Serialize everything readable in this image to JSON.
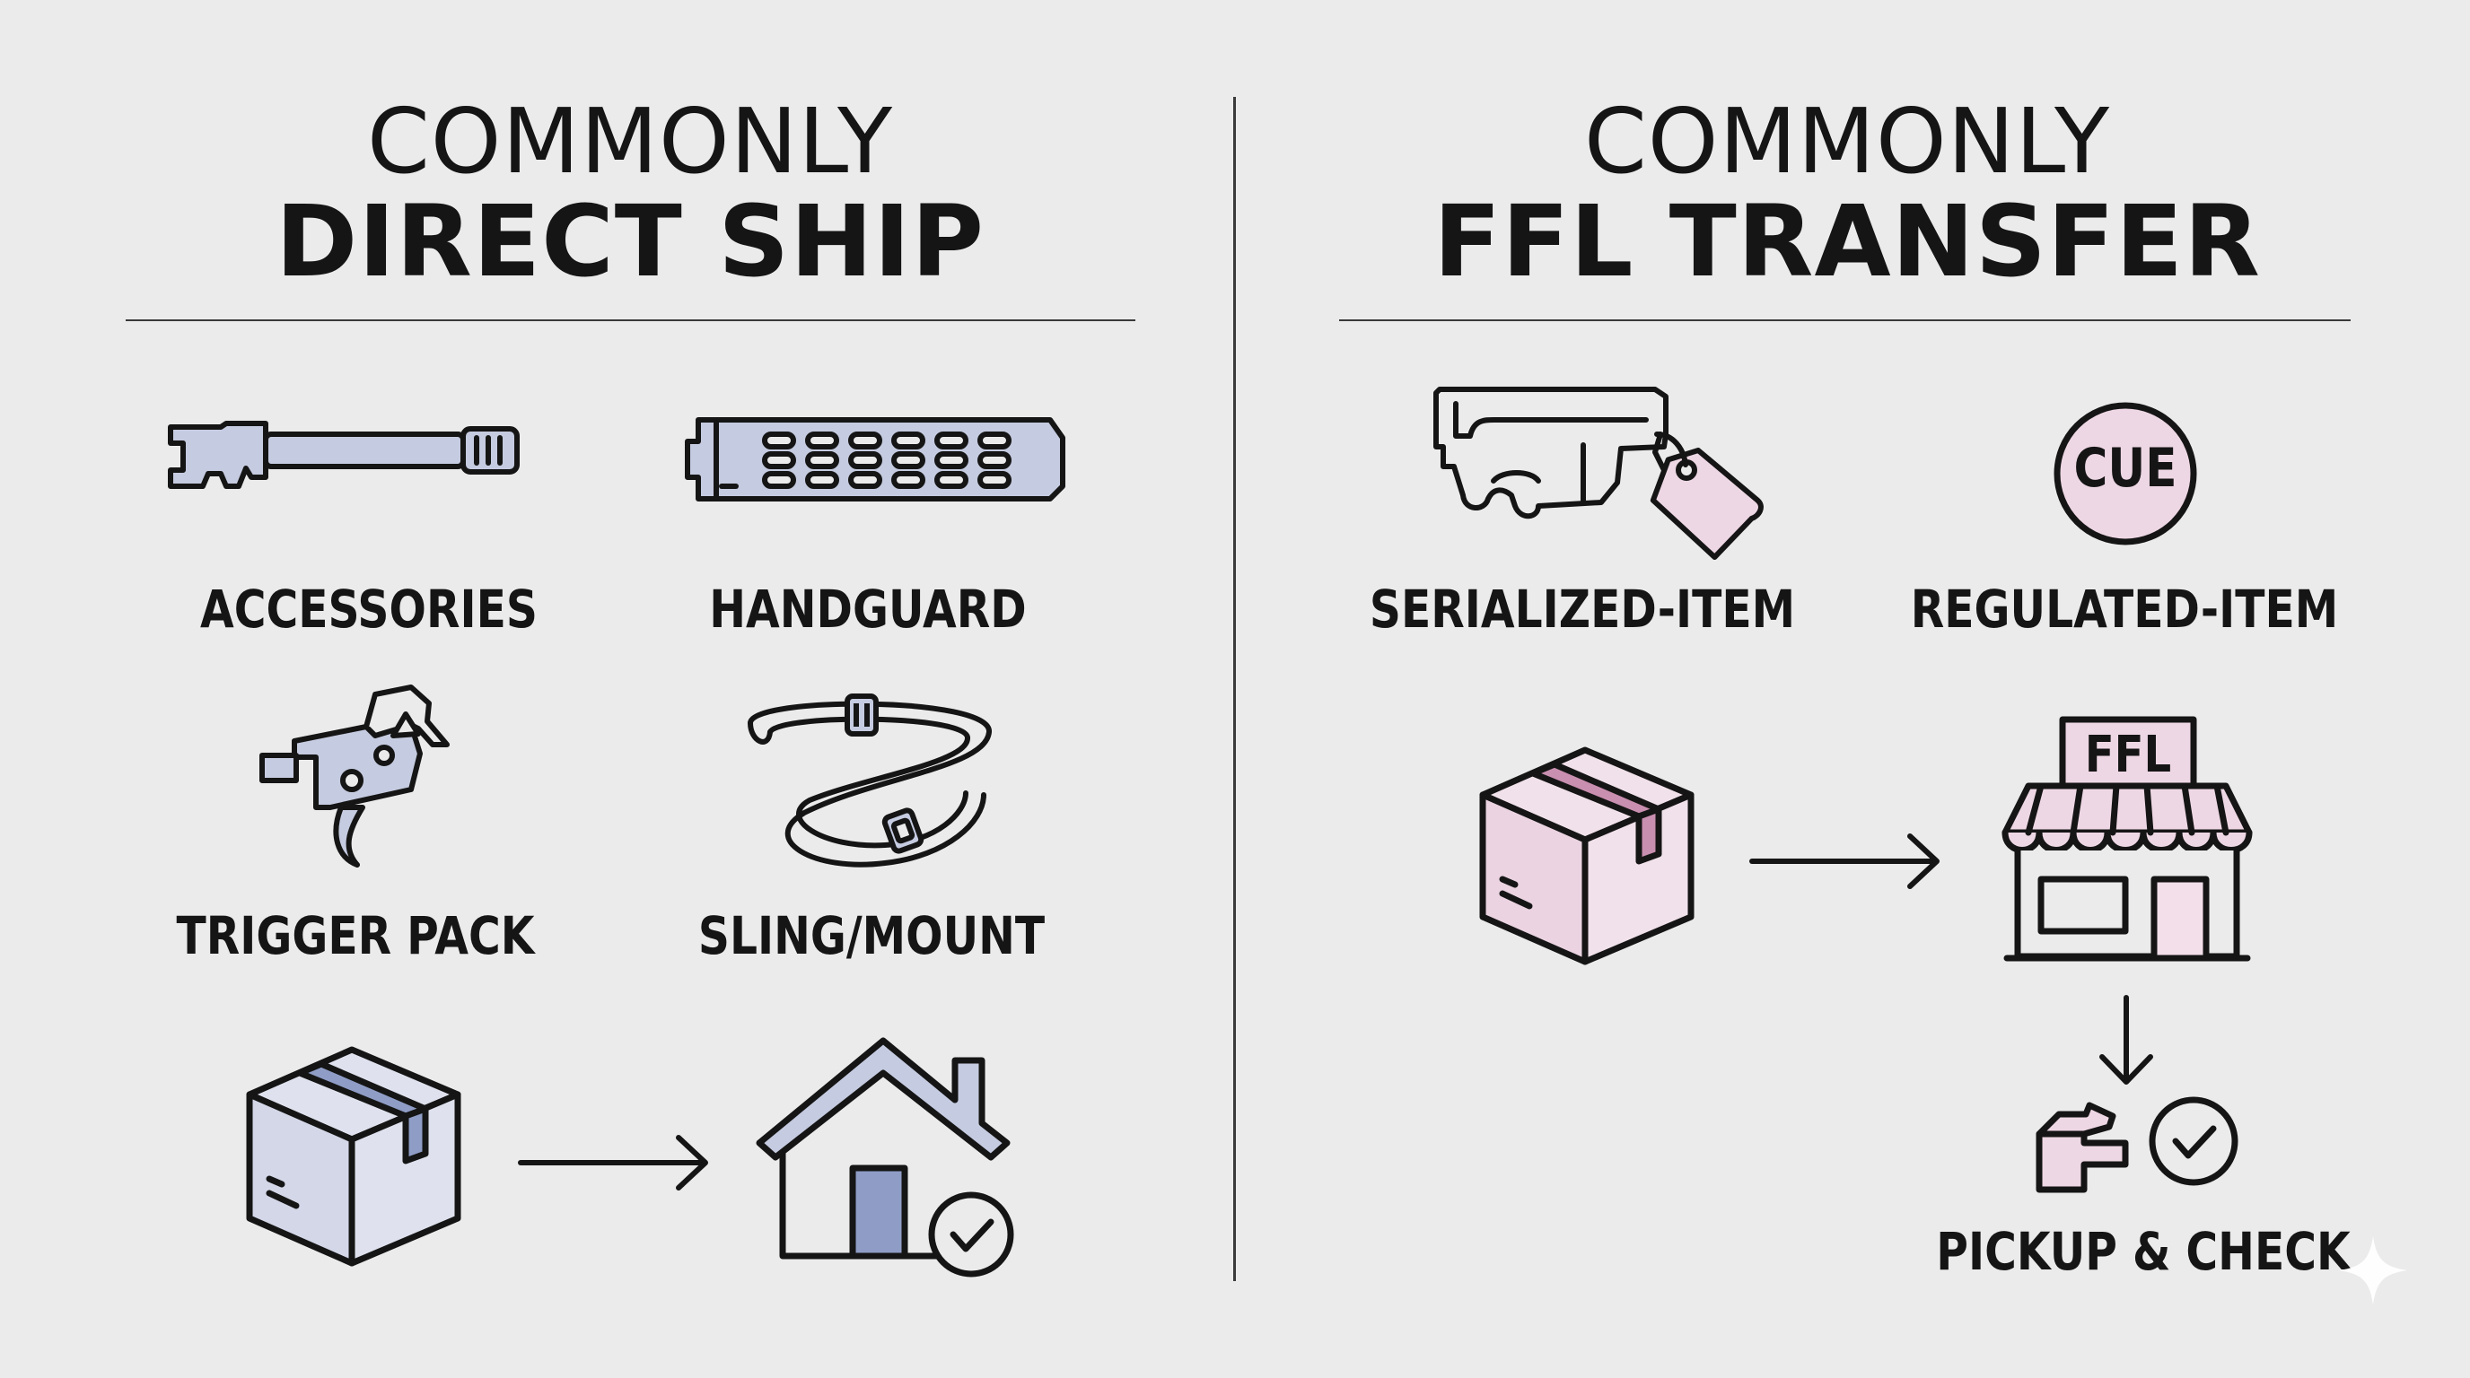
{
  "left": {
    "heading_line1": "COMMONLY",
    "heading_line2": "DIRECT SHIP",
    "items": [
      {
        "label": "ACCESSORIES",
        "icon": "barrel-icon"
      },
      {
        "label": "HANDGUARD",
        "icon": "handguard-icon"
      },
      {
        "label": "TRIGGER PACK",
        "icon": "trigger-pack-icon"
      },
      {
        "label": "SLING/MOUNT",
        "icon": "sling-icon"
      }
    ],
    "flow": [
      "package-icon",
      "arrow-right-icon",
      "home-check-icon"
    ]
  },
  "right": {
    "heading_line1": "COMMONLY",
    "heading_line2": "FFL TRANSFER",
    "items": [
      {
        "label": "SERIALIZED-ITEM",
        "icon": "lower-receiver-tag-icon"
      },
      {
        "label": "REGULATED-ITEM",
        "icon": "cue-badge-icon",
        "badge_text": "CUE"
      }
    ],
    "flow": [
      "package-icon",
      "arrow-right-icon",
      "ffl-store-icon",
      "arrow-down-icon",
      "pickup-check-icon"
    ],
    "store_sign": "FFL",
    "pickup_label": "PICKUP & CHECK"
  },
  "colors": {
    "background": "#ebebeb",
    "ink": "#151515",
    "blue_fill": "#c5cbe0",
    "blue_stripe": "#8f9dc6",
    "pink_fill": "#eed7e4",
    "pink_stripe": "#c98fb0"
  }
}
